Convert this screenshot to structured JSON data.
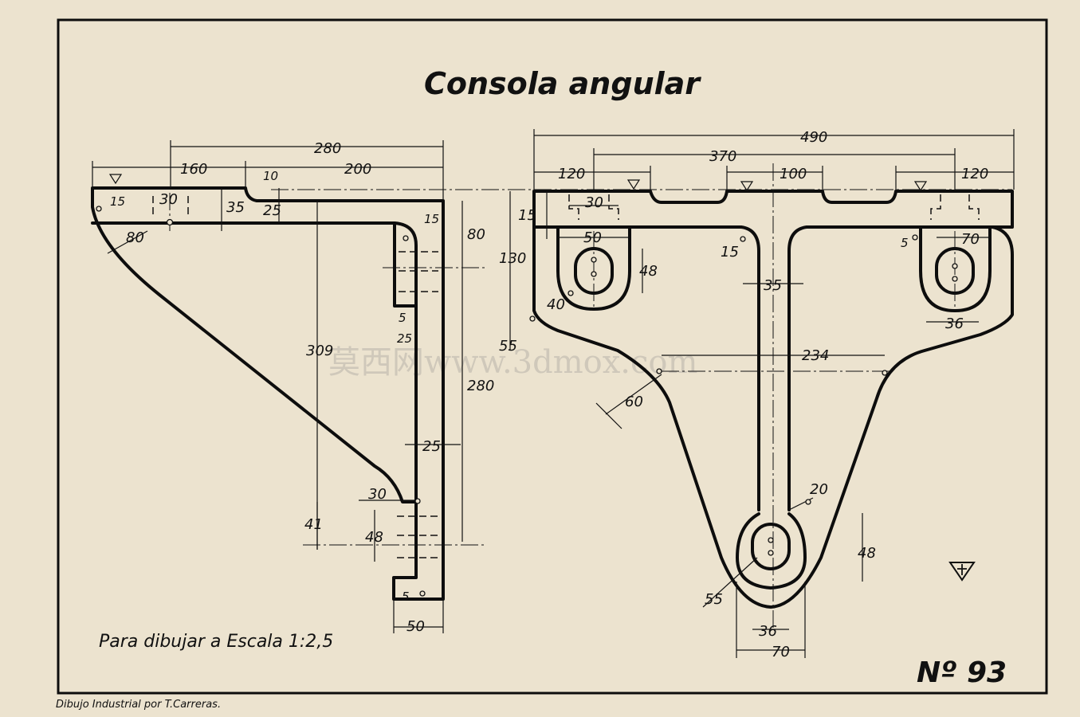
{
  "title": "Consola angular",
  "scale_note": "Para dibujar a Escala 1:2,5",
  "sheet_number": "Nº 93",
  "credit": "Dibujo Industrial por T.Carreras.",
  "watermark": "莫西网www.3dmox.com",
  "side_view": {
    "dim_280_top": "280",
    "dim_160": "160",
    "dim_200": "200",
    "dim_10": "10",
    "dim_30": "30",
    "dim_35": "35",
    "dim_25_flange": "25",
    "dim_15_left": "15",
    "dim_15_corner": "15",
    "dim_80_radius": "80",
    "dim_80_right": "80",
    "dim_309": "309",
    "dim_280_right": "280",
    "dim_5_upper": "5",
    "dim_25_web": "25",
    "dim_25_lower": "25",
    "dim_30_radius": "30",
    "dim_41": "41",
    "dim_48": "48",
    "dim_5_lower": "5",
    "dim_50": "50"
  },
  "front_view": {
    "dim_490": "490",
    "dim_370": "370",
    "dim_120_left": "120",
    "dim_100": "100",
    "dim_120_right": "120",
    "dim_30": "30",
    "dim_15": "15",
    "dim_50": "50",
    "dim_48_left": "48",
    "dim_130": "130",
    "dim_55": "55",
    "dim_40": "40",
    "dim_15_radius": "15",
    "dim_35": "35",
    "dim_5": "5",
    "dim_70_right": "70",
    "dim_36_right": "36",
    "dim_234": "234",
    "dim_60": "60",
    "dim_20": "20",
    "dim_48_bottom": "48",
    "dim_55_radius": "55",
    "dim_36_bottom": "36",
    "dim_70_bottom": "70"
  }
}
